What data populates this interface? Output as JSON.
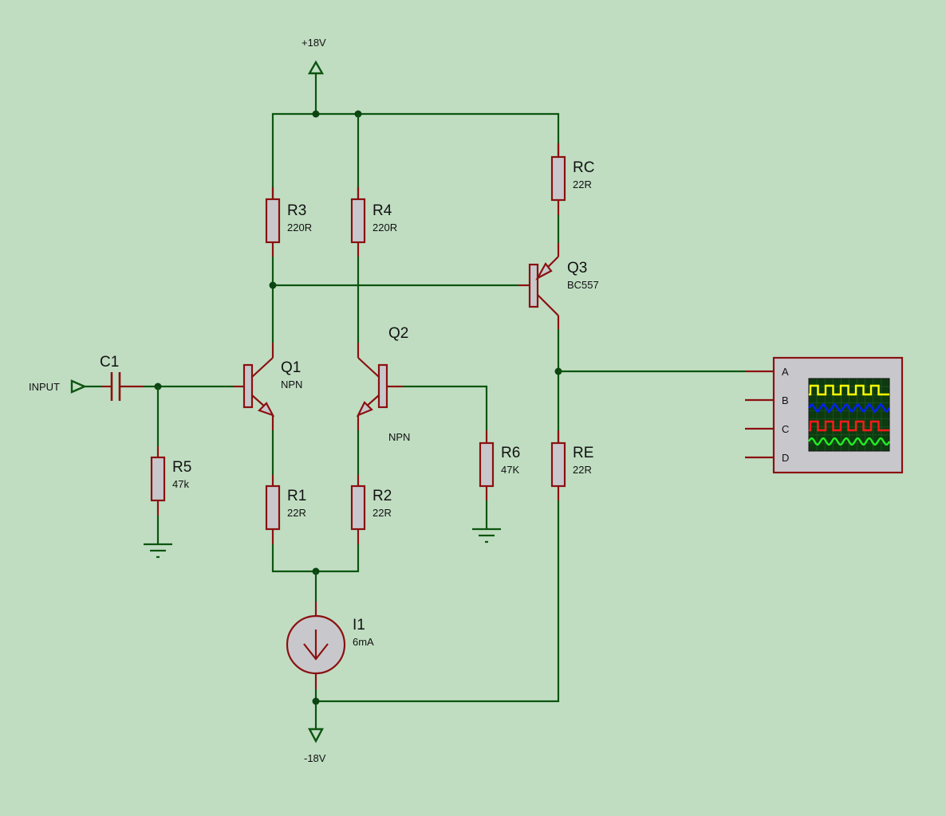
{
  "power": {
    "positive_label": "+18V",
    "negative_label": "-18V"
  },
  "input_terminal": {
    "label": "INPUT"
  },
  "components": {
    "C1": {
      "name": "C1"
    },
    "R1": {
      "name": "R1",
      "value": "22R"
    },
    "R2": {
      "name": "R2",
      "value": "22R"
    },
    "R3": {
      "name": "R3",
      "value": "220R"
    },
    "R4": {
      "name": "R4",
      "value": "220R"
    },
    "R5": {
      "name": "R5",
      "value": "47k"
    },
    "R6": {
      "name": "R6",
      "value": "47K"
    },
    "RC": {
      "name": "RC",
      "value": "22R"
    },
    "RE": {
      "name": "RE",
      "value": "22R"
    },
    "Q1": {
      "name": "Q1",
      "type": "NPN"
    },
    "Q2": {
      "name": "Q2",
      "type": "NPN"
    },
    "Q3": {
      "name": "Q3",
      "type": "BC557"
    },
    "I1": {
      "name": "I1",
      "value": "6mA"
    }
  },
  "oscilloscope": {
    "channels": [
      "A",
      "B",
      "C",
      "D"
    ],
    "trace_colors": {
      "A": "#ffff00",
      "B": "#0022ff",
      "C": "#ff1a1a",
      "D": "#22ee22"
    }
  }
}
